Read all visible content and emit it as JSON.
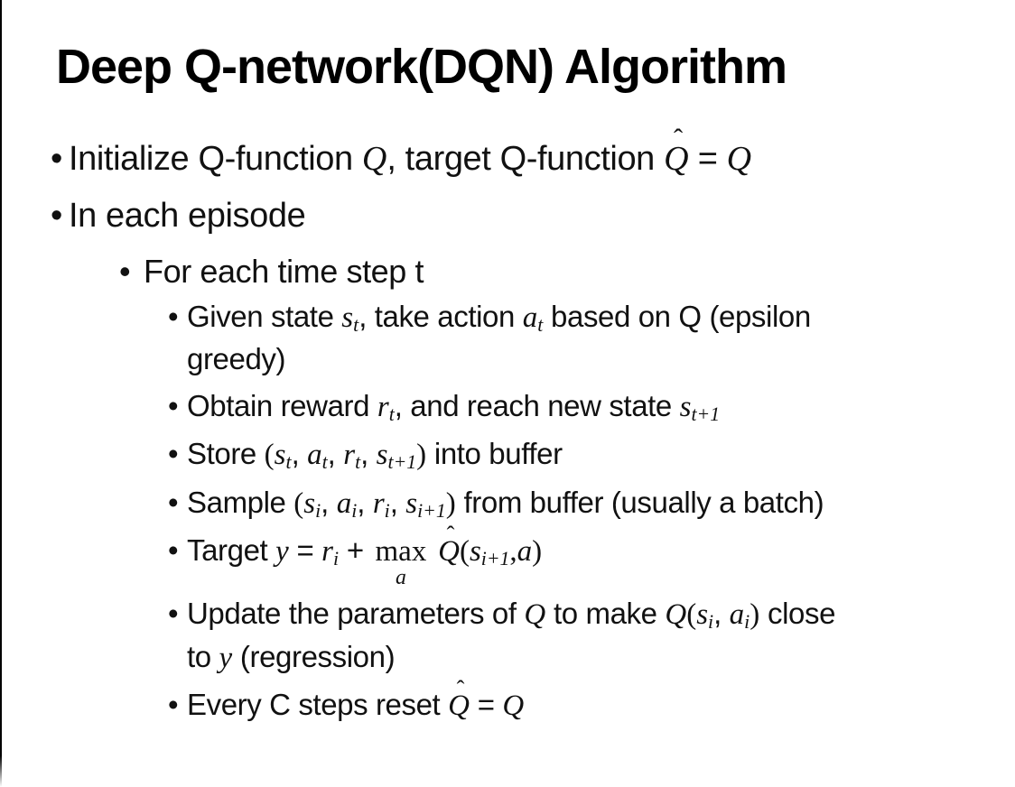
{
  "title": "Deep Q-network(DQN) Algorithm",
  "bullet_char": "•",
  "colors": {
    "background": "#ffffff",
    "text": "#111111",
    "title_text": "#000000",
    "left_edge_line": "#000000"
  },
  "bullets": [
    {
      "level": 1,
      "segments": [
        {
          "t": "Initialize Q-function "
        },
        {
          "m": "Q"
        },
        {
          "t": ", target Q-function "
        },
        {
          "m": "Q",
          "acc": "ˆ"
        },
        {
          "t": " = "
        },
        {
          "m": "Q"
        }
      ]
    },
    {
      "level": 1,
      "segments": [
        {
          "t": "In each episode"
        }
      ]
    },
    {
      "level": 2,
      "segments": [
        {
          "t": "For each time step t"
        }
      ]
    },
    {
      "level": 3,
      "segments": [
        {
          "t": "Given state "
        },
        {
          "m": "s"
        },
        {
          "s": "t"
        },
        {
          "t": ", take action "
        },
        {
          "m": "a"
        },
        {
          "s": "t"
        },
        {
          "t": " based on Q (epsilon"
        },
        {
          "br": 1
        },
        {
          "t": "greedy)"
        }
      ]
    },
    {
      "level": 3,
      "segments": [
        {
          "t": "Obtain reward "
        },
        {
          "m": "r"
        },
        {
          "s": "t"
        },
        {
          "t": ", and reach new state "
        },
        {
          "m": "s"
        },
        {
          "s": "t+1"
        }
      ]
    },
    {
      "level": 3,
      "segments": [
        {
          "t": "Store "
        },
        {
          "d": "("
        },
        {
          "m": "s"
        },
        {
          "s": "t"
        },
        {
          "t": ", "
        },
        {
          "m": "a"
        },
        {
          "s": "t"
        },
        {
          "t": ", "
        },
        {
          "m": "r"
        },
        {
          "s": "t"
        },
        {
          "t": ", "
        },
        {
          "m": "s"
        },
        {
          "s": "t+1"
        },
        {
          "d": ")"
        },
        {
          "t": " into buffer"
        }
      ]
    },
    {
      "level": 3,
      "segments": [
        {
          "t": "Sample "
        },
        {
          "d": "("
        },
        {
          "m": "s"
        },
        {
          "s": "i"
        },
        {
          "t": ", "
        },
        {
          "m": "a"
        },
        {
          "s": "i"
        },
        {
          "t": ", "
        },
        {
          "m": "r"
        },
        {
          "s": "i"
        },
        {
          "t": ", "
        },
        {
          "m": "s"
        },
        {
          "s": "i+1"
        },
        {
          "d": ")"
        },
        {
          "t": " from buffer (usually a batch)"
        }
      ]
    },
    {
      "level": 3,
      "segments": [
        {
          "t": "Target "
        },
        {
          "m": "y"
        },
        {
          "t": " = "
        },
        {
          "m": "r"
        },
        {
          "s": "i"
        },
        {
          "t": " + "
        },
        {
          "op": "max",
          "under": "a"
        },
        {
          "t": " "
        },
        {
          "m": "Q",
          "acc": "ˆ"
        },
        {
          "d": "("
        },
        {
          "m": "s"
        },
        {
          "s": "i+1"
        },
        {
          "d": ","
        },
        {
          "m": "a"
        },
        {
          "d": ")"
        }
      ]
    },
    {
      "level": 3,
      "segments": [
        {
          "t": "Update the parameters of "
        },
        {
          "m": "Q"
        },
        {
          "t": " to make "
        },
        {
          "m": "Q"
        },
        {
          "d": "("
        },
        {
          "m": "s"
        },
        {
          "s": "i"
        },
        {
          "t": ", "
        },
        {
          "m": "a"
        },
        {
          "s": "i"
        },
        {
          "d": ")"
        },
        {
          "t": " close"
        },
        {
          "br": 1
        },
        {
          "t": "to "
        },
        {
          "m": "y"
        },
        {
          "t": " (regression)"
        }
      ]
    },
    {
      "level": 3,
      "segments": [
        {
          "t": "Every C steps reset "
        },
        {
          "m": "Q",
          "acc": "ˆ"
        },
        {
          "t": " = "
        },
        {
          "m": "Q"
        }
      ]
    }
  ]
}
